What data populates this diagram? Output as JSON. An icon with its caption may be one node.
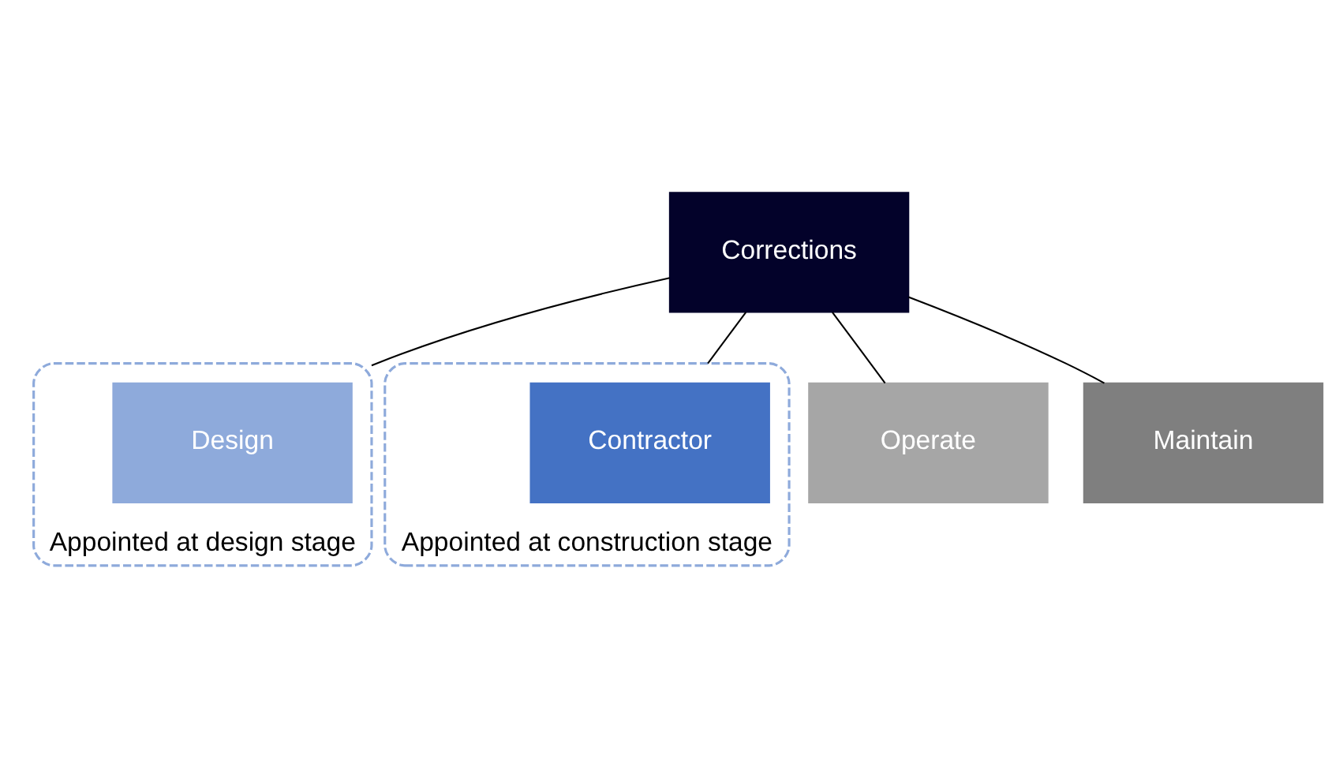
{
  "diagram": {
    "nodes": [
      {
        "text": [
          "Corrections"
        ]
      },
      {
        "text": [
          "Appointed at design stage"
        ]
      },
      {
        "text": [
          "Design"
        ],
        "in": 1
      },
      {
        "text": [
          "Appointed at construction stage"
        ]
      },
      {
        "text": [
          "Contractor"
        ],
        "in": 3
      },
      {
        "text": [
          "Operate"
        ]
      },
      {
        "text": [
          "Maintain"
        ]
      }
    ],
    "edges": [
      {
        "from": 0,
        "to": 1,
        "arrow": "none"
      },
      {
        "from": 0,
        "to": 3,
        "arrow": "none"
      },
      {
        "from": 0,
        "to": 5,
        "arrow": "none"
      },
      {
        "from": 0,
        "to": 6,
        "arrow": "none"
      }
    ]
  }
}
